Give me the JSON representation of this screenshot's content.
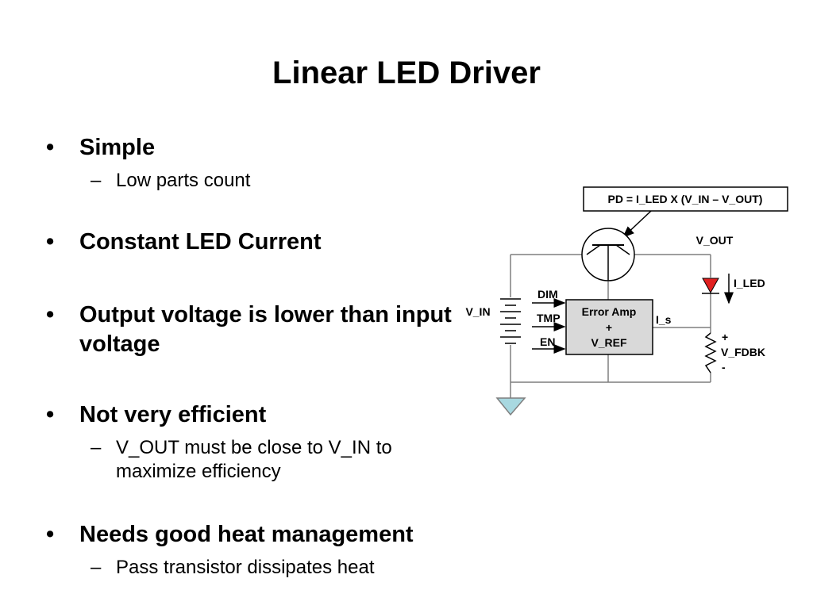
{
  "slide": {
    "title": "Linear LED Driver",
    "bullets": [
      {
        "text": "Simple",
        "subs": [
          "Low parts count"
        ]
      },
      {
        "text": "Constant LED Current",
        "subs": []
      },
      {
        "text": "Output voltage is lower than input voltage",
        "subs": []
      },
      {
        "text": "Not very efficient",
        "subs": [
          "V_OUT must be close to V_IN to maximize efficiency"
        ]
      },
      {
        "text": "Needs good heat management",
        "subs": [
          "Pass transistor dissipates heat"
        ]
      }
    ],
    "bullet_glyph": "•",
    "sub_glyph": "–"
  },
  "diagram": {
    "pd_formula": "PD = I_LED X (V_IN – V_OUT)",
    "v_out": "V_OUT",
    "i_led": "I_LED",
    "v_in": "V_IN",
    "dim": "DIM",
    "tmp": "TMP",
    "en": "EN",
    "error_amp": [
      "Error Amp",
      "+",
      "V_REF"
    ],
    "i_s": "I_s",
    "plus": "+",
    "v_fdbk": "V_FDBK",
    "minus": "-",
    "colors": {
      "led": "#e02020",
      "ground": "#a8d8e0",
      "block": "#d9d9d9"
    }
  }
}
